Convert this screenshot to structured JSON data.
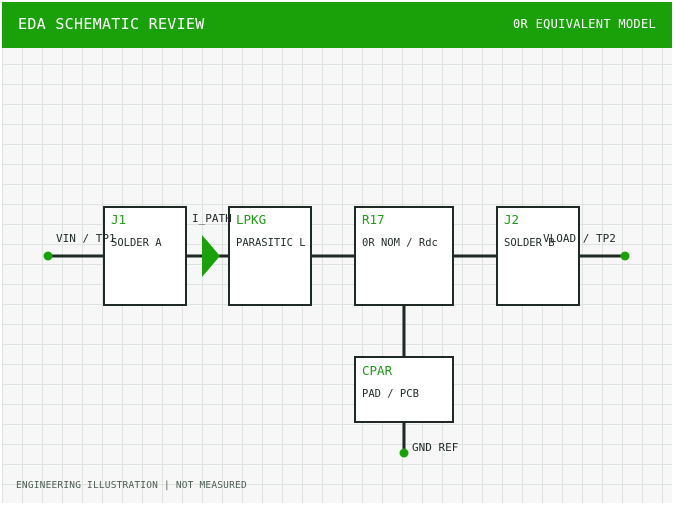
{
  "header": {
    "title": "EDA SCHEMATIC REVIEW",
    "subtitle": "0R EQUIVALENT MODEL"
  },
  "colors": {
    "accent": "#1aa10a",
    "wire": "#1f2a25",
    "grid": "#dfe3df"
  },
  "blocks": {
    "j1": {
      "ref": "J1",
      "desc": "SOLDER A"
    },
    "lpkg": {
      "ref": "LPKG",
      "desc": "PARASITIC L"
    },
    "r17": {
      "ref": "R17",
      "desc": "0R NOM / Rdc"
    },
    "j2": {
      "ref": "J2",
      "desc": "SOLDER B"
    },
    "cpar": {
      "ref": "CPAR",
      "desc": "PAD / PCB"
    }
  },
  "nets": {
    "vin": "VIN / TP1",
    "vload": "VLOAD / TP2",
    "ipath": "I_PATH",
    "gnd": "GND REF"
  },
  "footer": "ENGINEERING ILLUSTRATION | NOT MEASURED"
}
